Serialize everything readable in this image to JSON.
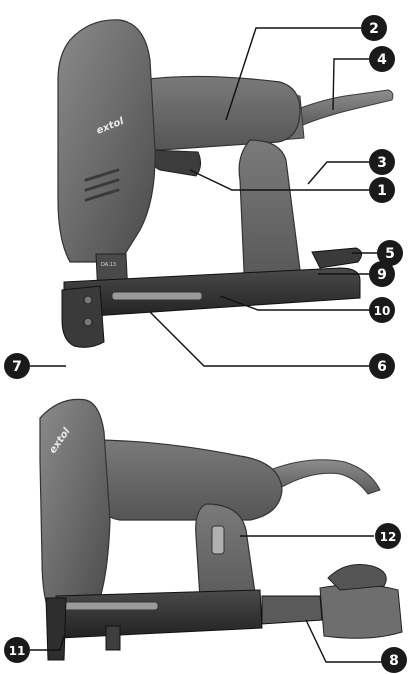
{
  "brand": "extol",
  "plate_text": "DA.13",
  "colors": {
    "body_dark": "#5e5e5e",
    "body_light": "#8a8a8a",
    "metal": "#3a3a3a",
    "callout_fill": "#1a1a1a",
    "callout_text": "#ffffff"
  },
  "figures": [
    {
      "view": "top",
      "callouts": [
        "2",
        "4",
        "3",
        "1",
        "5",
        "9",
        "10",
        "6",
        "7"
      ]
    },
    {
      "view": "bottom",
      "callouts": [
        "12",
        "11",
        "8"
      ]
    }
  ]
}
